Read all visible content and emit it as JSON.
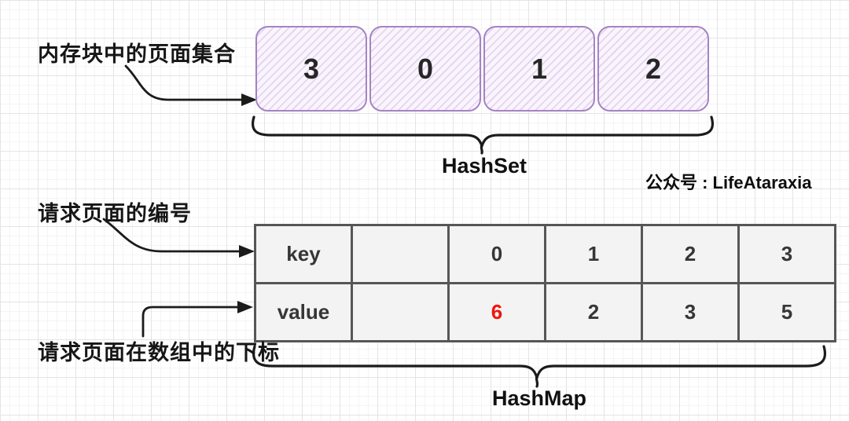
{
  "labels": {
    "memory_pages": "内存块中的页面集合",
    "request_page_number": "请求页面的编号",
    "request_page_index": "请求页面在数组中的下标",
    "hashset": "HashSet",
    "hashmap": "HashMap",
    "watermark": "公众号 : LifeAtaraxia"
  },
  "hashset_boxes": [
    "3",
    "0",
    "1",
    "2"
  ],
  "hashmap_table": {
    "rows": [
      {
        "header": "key",
        "cells": [
          "",
          "0",
          "1",
          "2",
          "3"
        ]
      },
      {
        "header": "value",
        "cells": [
          "",
          "6",
          "2",
          "3",
          "5"
        ]
      }
    ],
    "highlighted_value": "6",
    "highlight_color": "#f1130d"
  },
  "colors": {
    "box_border": "#a583c4",
    "box_fill": "#faf5fd",
    "table_border": "#565656",
    "cell_bg": "#f3f3f3",
    "ink": "#1b1b1b",
    "red": "#f1130d"
  }
}
